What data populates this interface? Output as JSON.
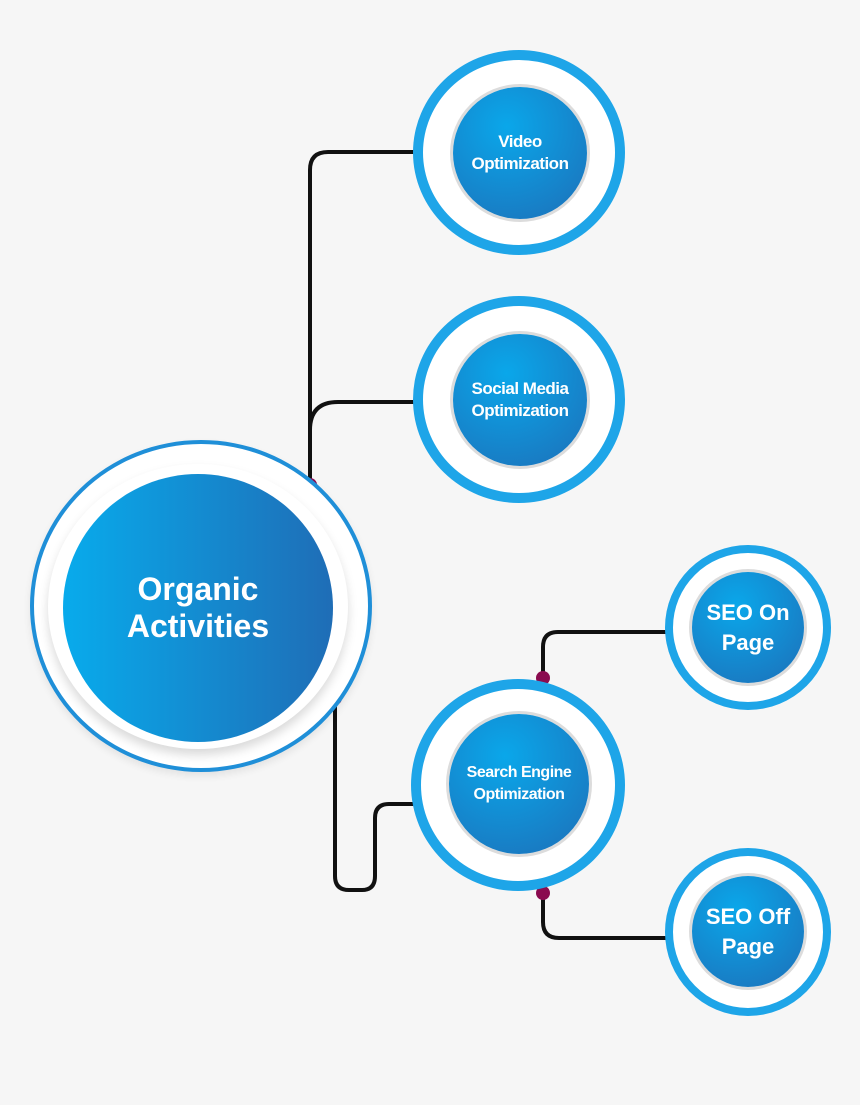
{
  "diagram": {
    "title": "Organic Activities",
    "colors": {
      "background": "#f6f6f6",
      "ring": "#1ea5e8",
      "core_light": "#0aa7ea",
      "core_dark": "#1d6fb8",
      "connector": "#111111",
      "junction": "#8a0b4f"
    },
    "root": {
      "id": "organic-activities",
      "lines": [
        "Organic",
        "Activities"
      ]
    },
    "nodes": [
      {
        "id": "video-optimization",
        "lines": [
          "Video",
          "Optimization"
        ],
        "parent": "organic-activities"
      },
      {
        "id": "social-media-optimization",
        "lines": [
          "Social Media",
          "Optimization"
        ],
        "parent": "organic-activities"
      },
      {
        "id": "search-engine-optimization",
        "lines": [
          "Search Engine",
          "Optimization"
        ],
        "parent": "organic-activities"
      },
      {
        "id": "seo-on-page",
        "lines": [
          "SEO On",
          "Page"
        ],
        "parent": "search-engine-optimization"
      },
      {
        "id": "seo-off-page",
        "lines": [
          "SEO Off",
          "Page"
        ],
        "parent": "search-engine-optimization"
      }
    ]
  }
}
